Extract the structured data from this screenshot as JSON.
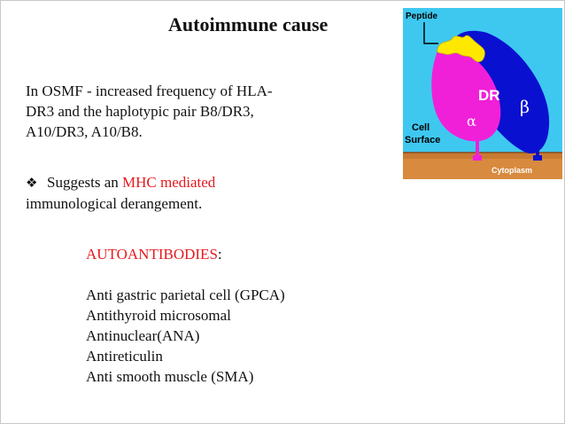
{
  "title": "Autoimmune cause",
  "paragraph": {
    "lines": [
      "In  OSMF -  increased frequency of HLA-",
      "DR3 and the haplotypic pair B8/DR3,",
      "A10/DR3, A10/B8."
    ]
  },
  "bullet": {
    "icon": "diamond-bullet-icon",
    "glyph": "❖",
    "prefix": "Suggests an ",
    "highlight": "MHC mediated",
    "line2": "immunological derangement."
  },
  "autoantibodies": {
    "heading": "AUTOANTIBODIES",
    "colon": ":",
    "items": [
      "Anti gastric parietal cell (GPCA)",
      "Antithyroid microsomal",
      "Antinuclear(ANA)",
      "Antireticulin",
      "Anti smooth muscle (SMA)"
    ]
  },
  "figure": {
    "peptide_label": "Peptide",
    "dr_label": "DR",
    "beta_label": "β",
    "alpha_label": "α",
    "cell_label": "Cell",
    "surface_label": "Surface",
    "cytoplasm_label": "Cytoplasm"
  },
  "colors": {
    "highlight_red": "#e8191e",
    "figure_bg": "#3ec8f0",
    "alpha_chain": "#f020d8",
    "beta_chain": "#0a10d0",
    "peptide": "#ffe800",
    "membrane": "#c87a32"
  }
}
